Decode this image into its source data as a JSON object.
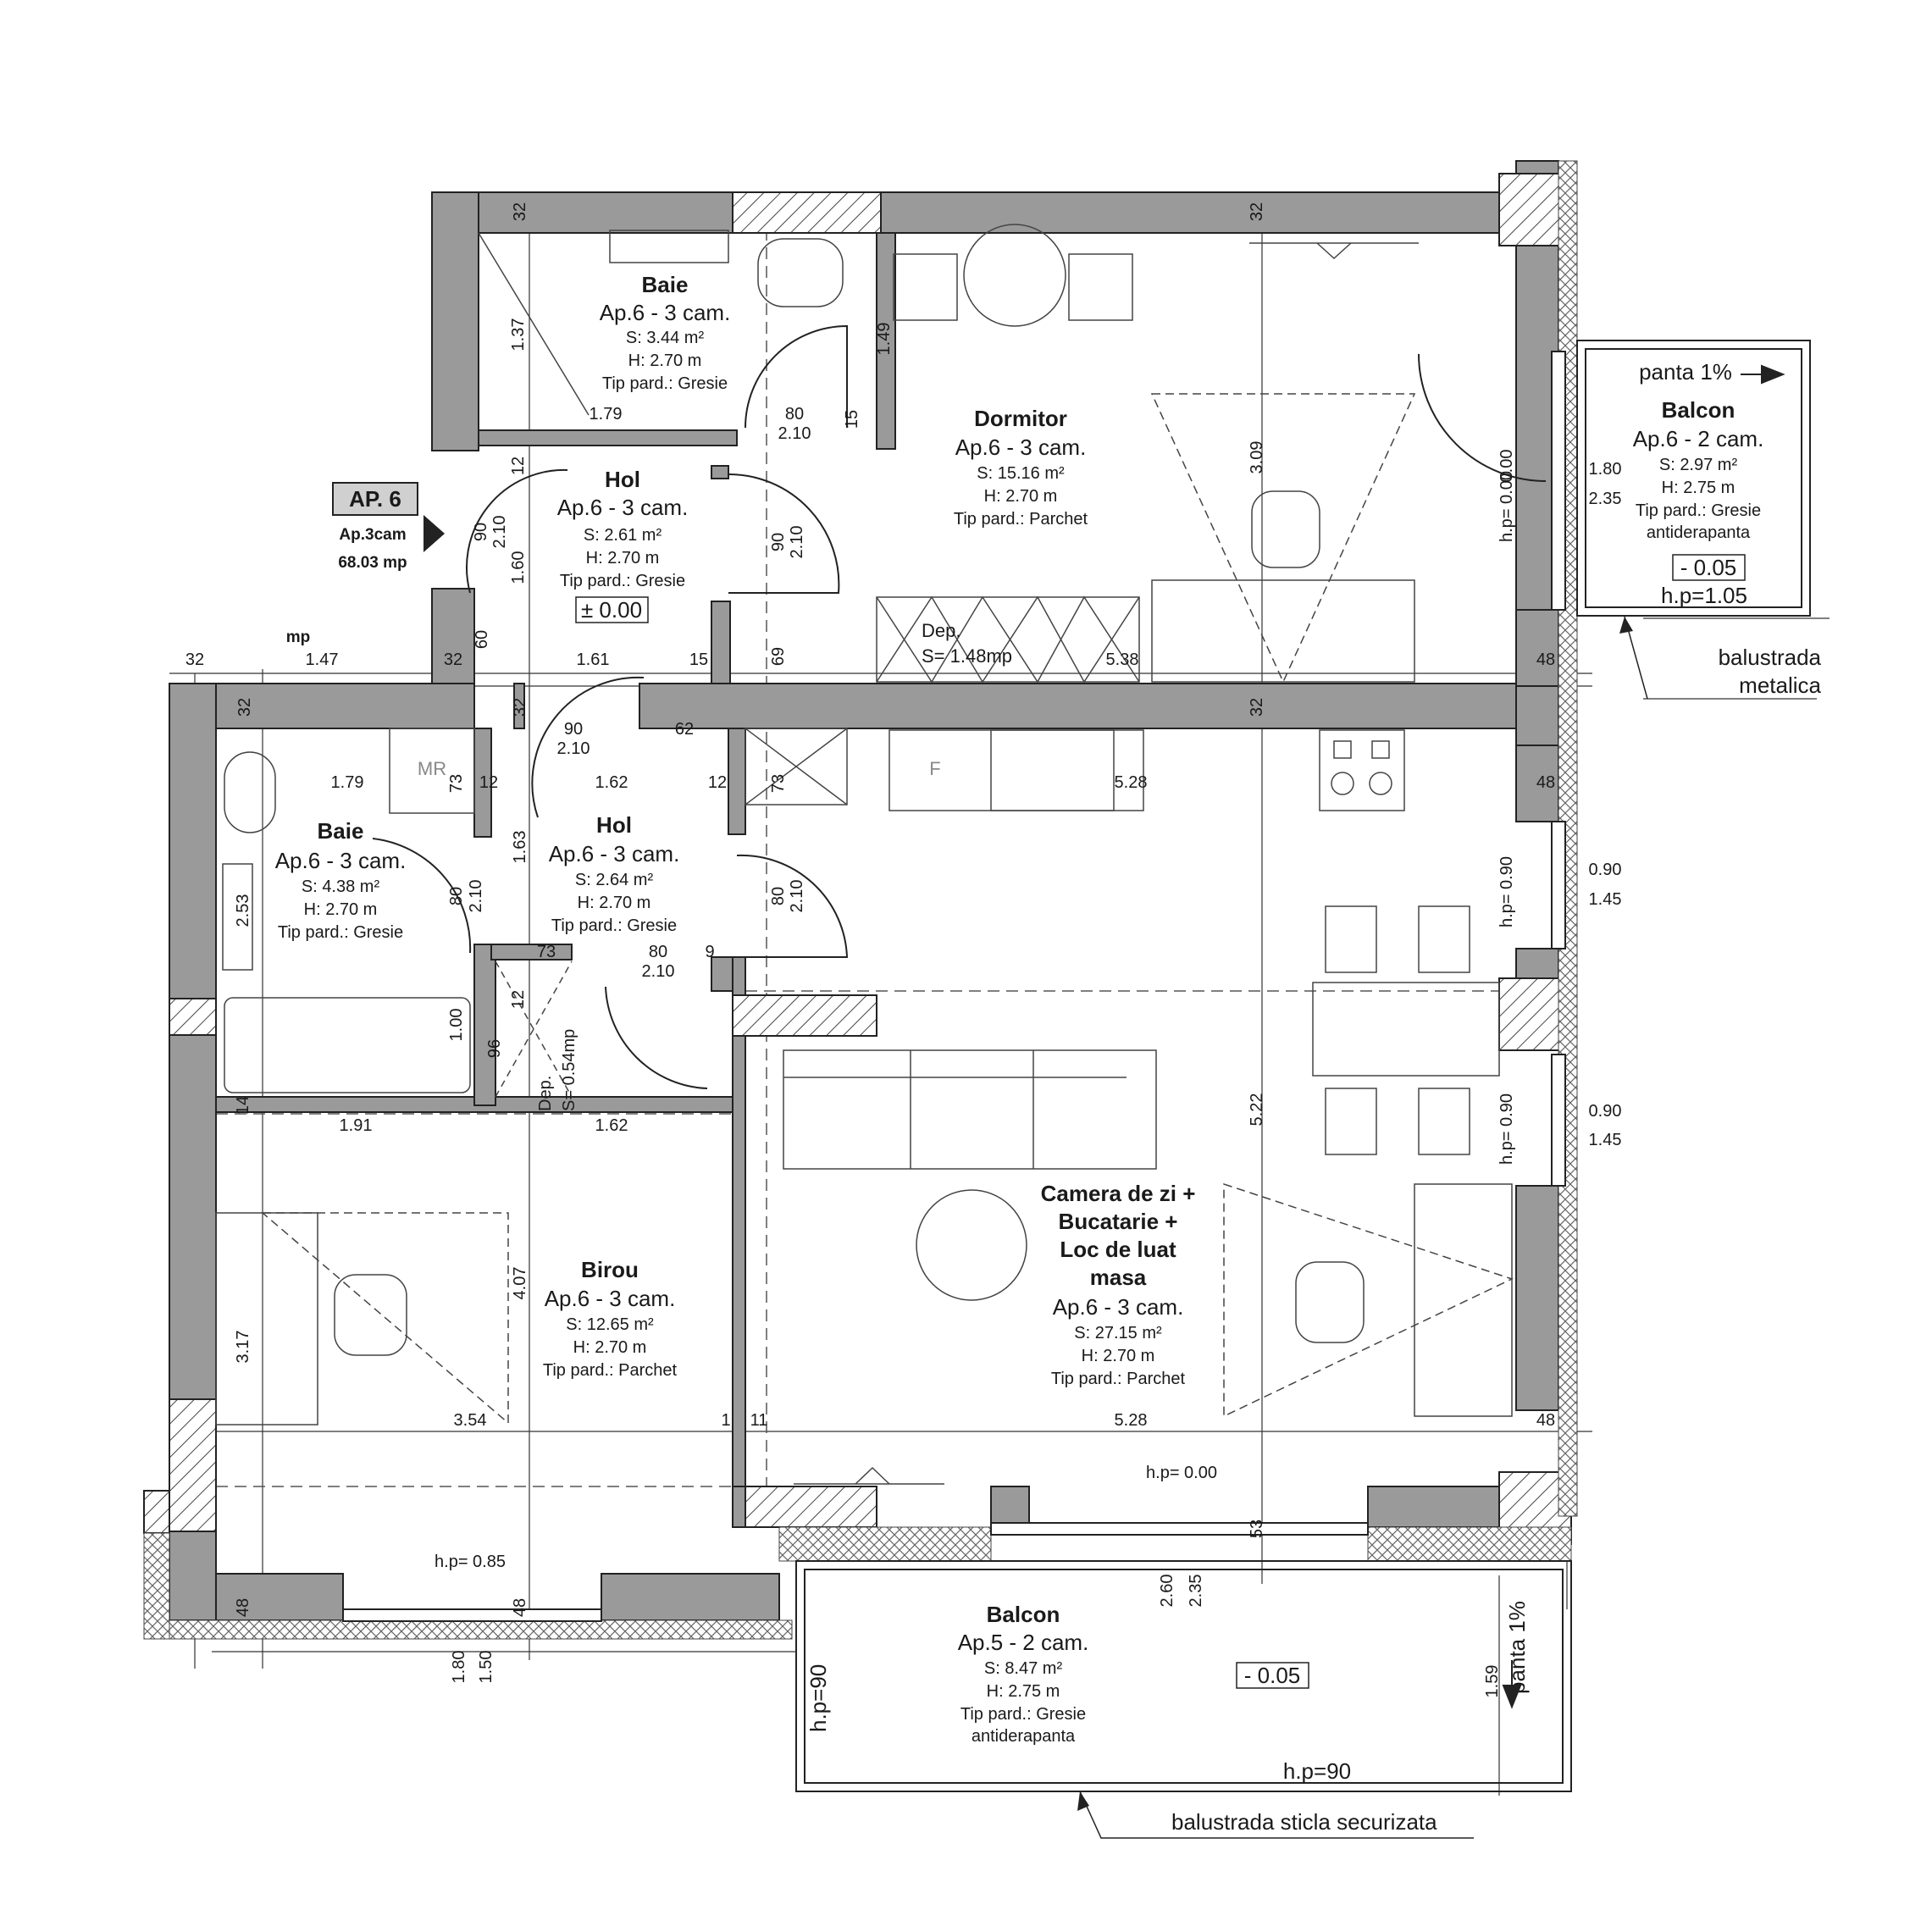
{
  "plan": {
    "title": "AP. 6",
    "subtitle": "Ap.3cam",
    "total_area": "68.03 mp",
    "mp_label": "mp"
  },
  "rooms": {
    "baie_top": {
      "name": "Baie",
      "apt": "Ap.6 - 3 cam.",
      "area": "S: 3.44 m²",
      "height": "H: 2.70 m",
      "floor": "Tip pard.: Gresie"
    },
    "hol_top": {
      "name": "Hol",
      "apt": "Ap.6 - 3 cam.",
      "area": "S: 2.61 m²",
      "height": "H: 2.70 m",
      "floor": "Tip pard.: Gresie",
      "level": "± 0.00"
    },
    "dormitor": {
      "name": "Dormitor",
      "apt": "Ap.6 - 3 cam.",
      "area": "S: 15.16 m²",
      "height": "H: 2.70 m",
      "floor": "Tip pard.: Parchet"
    },
    "balcon_right": {
      "name": "Balcon",
      "apt": "Ap.6 - 2 cam.",
      "area": "S: 2.97 m²",
      "height": "H: 2.75 m",
      "floor": "Tip pard.: Gresie",
      "floor2": "antiderapanta",
      "level": "- 0.05",
      "hp": "h.p=1.05",
      "slope": "panta 1%"
    },
    "dep_top": {
      "name": "Dep.",
      "area": "S= 1.48mp"
    },
    "baie_mid": {
      "name": "Baie",
      "apt": "Ap.6 - 3 cam.",
      "area": "S: 4.38 m²",
      "height": "H: 2.70 m",
      "floor": "Tip pard.: Gresie"
    },
    "hol_mid": {
      "name": "Hol",
      "apt": "Ap.6 - 3 cam.",
      "area": "S: 2.64 m²",
      "height": "H: 2.70 m",
      "floor": "Tip pard.: Gresie"
    },
    "dep_mid": {
      "name": "Dep.",
      "area": "S= 0.54mp"
    },
    "birou": {
      "name": "Birou",
      "apt": "Ap.6 - 3 cam.",
      "area": "S: 12.65 m²",
      "height": "H: 2.70 m",
      "floor": "Tip pard.: Parchet"
    },
    "living": {
      "name1": "Camera de zi +",
      "name2": "Bucatarie +",
      "name3": "Loc de luat",
      "name4": "masa",
      "apt": "Ap.6 - 3 cam.",
      "area": "S: 27.15 m²",
      "height": "H: 2.70 m",
      "floor": "Tip pard.: Parchet"
    },
    "balcon_bottom": {
      "name": "Balcon",
      "apt": "Ap.5 - 2 cam.",
      "area": "S: 8.47 m²",
      "height": "H: 2.75 m",
      "floor": "Tip pard.: Gresie",
      "floor2": "antiderapanta",
      "level": "- 0.05",
      "slope": "panta 1%"
    }
  },
  "notes": {
    "balustrada_metalica_1": "balustrada",
    "balustrada_metalica_2": "metalica",
    "balustrada_sticla": "balustrada sticla securizata",
    "hp_090_a": "h.p= 0.90",
    "hp_090_b": "h.p= 0.90",
    "hp_000_a": "h.p= 0.00",
    "hp_000_b": "h.p= 0.00",
    "hp_085": "h.p= 0.85",
    "hp_90_left": "h.p=90",
    "hp_90_bottom": "h.p=90",
    "mr": "MR",
    "f": "F"
  },
  "dims": {
    "d32a": "32",
    "d32b": "32",
    "d137": "1.37",
    "d149": "1.49",
    "d179a": "1.79",
    "d80a": "80",
    "d210a": "2.10",
    "d15a": "15",
    "d12a": "12",
    "d90a": "90",
    "d210b": "2.10",
    "d160": "1.60",
    "d90b": "90",
    "d210c": "2.10",
    "d309": "3.09",
    "d000": "0.00",
    "d180a": "1.80",
    "d235a": "2.35",
    "d69": "69",
    "d538": "5.38",
    "d48a": "48",
    "d32c": "32",
    "d147": "1.47",
    "d32d": "32",
    "d161": "1.61",
    "d15b": "15",
    "d60": "60",
    "d32e": "32",
    "d32f": "32",
    "d32g": "32",
    "d90c": "90",
    "d210d": "2.10",
    "d62": "62",
    "d48b": "48",
    "d179b": "1.79",
    "d73a": "73",
    "d12b": "12",
    "d162a": "1.62",
    "d12c": "12",
    "d73b": "73",
    "d528a": "5.28",
    "d163": "1.63",
    "d80b": "80",
    "d210e": "2.10",
    "d80c": "80",
    "d210f": "2.10",
    "d253": "2.53",
    "d73c": "73",
    "d80d": "80",
    "d210g": "2.10",
    "d9": "9",
    "d090a": "0.90",
    "d145a": "1.45",
    "d100": "1.00",
    "d96": "96",
    "d12d": "12",
    "d14": "14",
    "d191": "1.91",
    "d162b": "1.62",
    "d090b": "0.90",
    "d145b": "1.45",
    "d522": "5.22",
    "d407": "4.07",
    "d317": "3.17",
    "d354": "3.54",
    "d11": "11",
    "d1": "1",
    "d528b": "5.28",
    "d48c": "48",
    "d53": "53",
    "d48d": "48",
    "d48e": "48",
    "d260": "2.60",
    "d235b": "2.35",
    "d180b": "1.80",
    "d150": "1.50",
    "d159": "1.59"
  }
}
